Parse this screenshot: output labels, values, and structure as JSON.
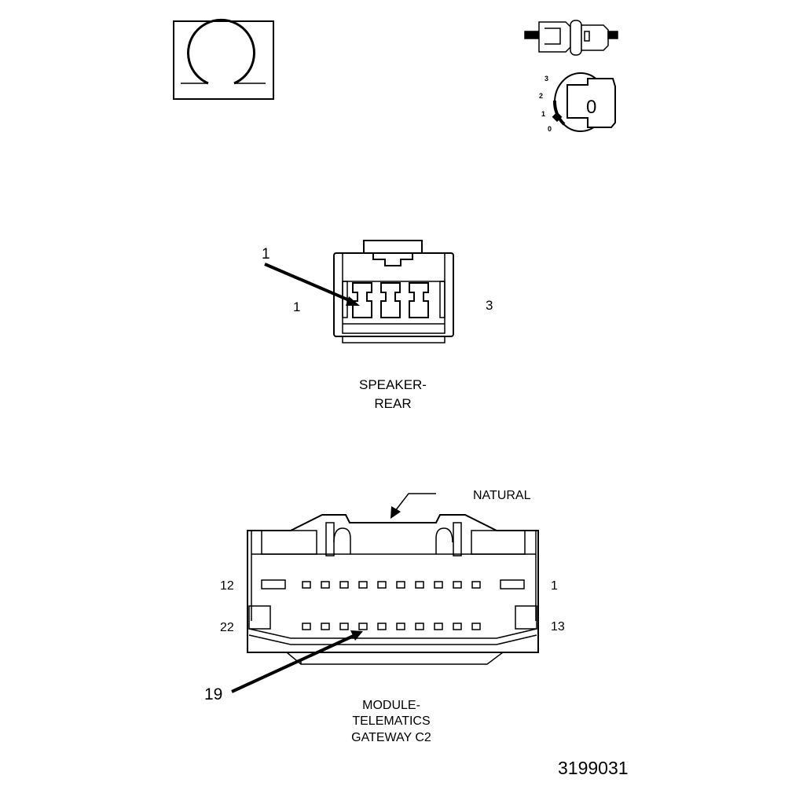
{
  "warning_symbols": {
    "omega_symbol": "omega-symbol",
    "key_switch": {
      "positions": [
        "3",
        "2",
        "1",
        "0"
      ],
      "key_label": "0"
    }
  },
  "speaker_connector": {
    "callout_pin": "1",
    "left_pin": "1",
    "right_pin": "3",
    "title_line1": "SPEAKER-",
    "title_line2": "REAR"
  },
  "gateway_connector": {
    "color_callout": "NATURAL",
    "row1_left_pin": "12",
    "row1_right_pin": "1",
    "row2_left_pin": "22",
    "row2_right_pin": "13",
    "callout_pin": "19",
    "title_line1": "MODULE-",
    "title_line2": "TELEMATICS",
    "title_line3": "GATEWAY C2"
  },
  "figure_number": "3199031"
}
